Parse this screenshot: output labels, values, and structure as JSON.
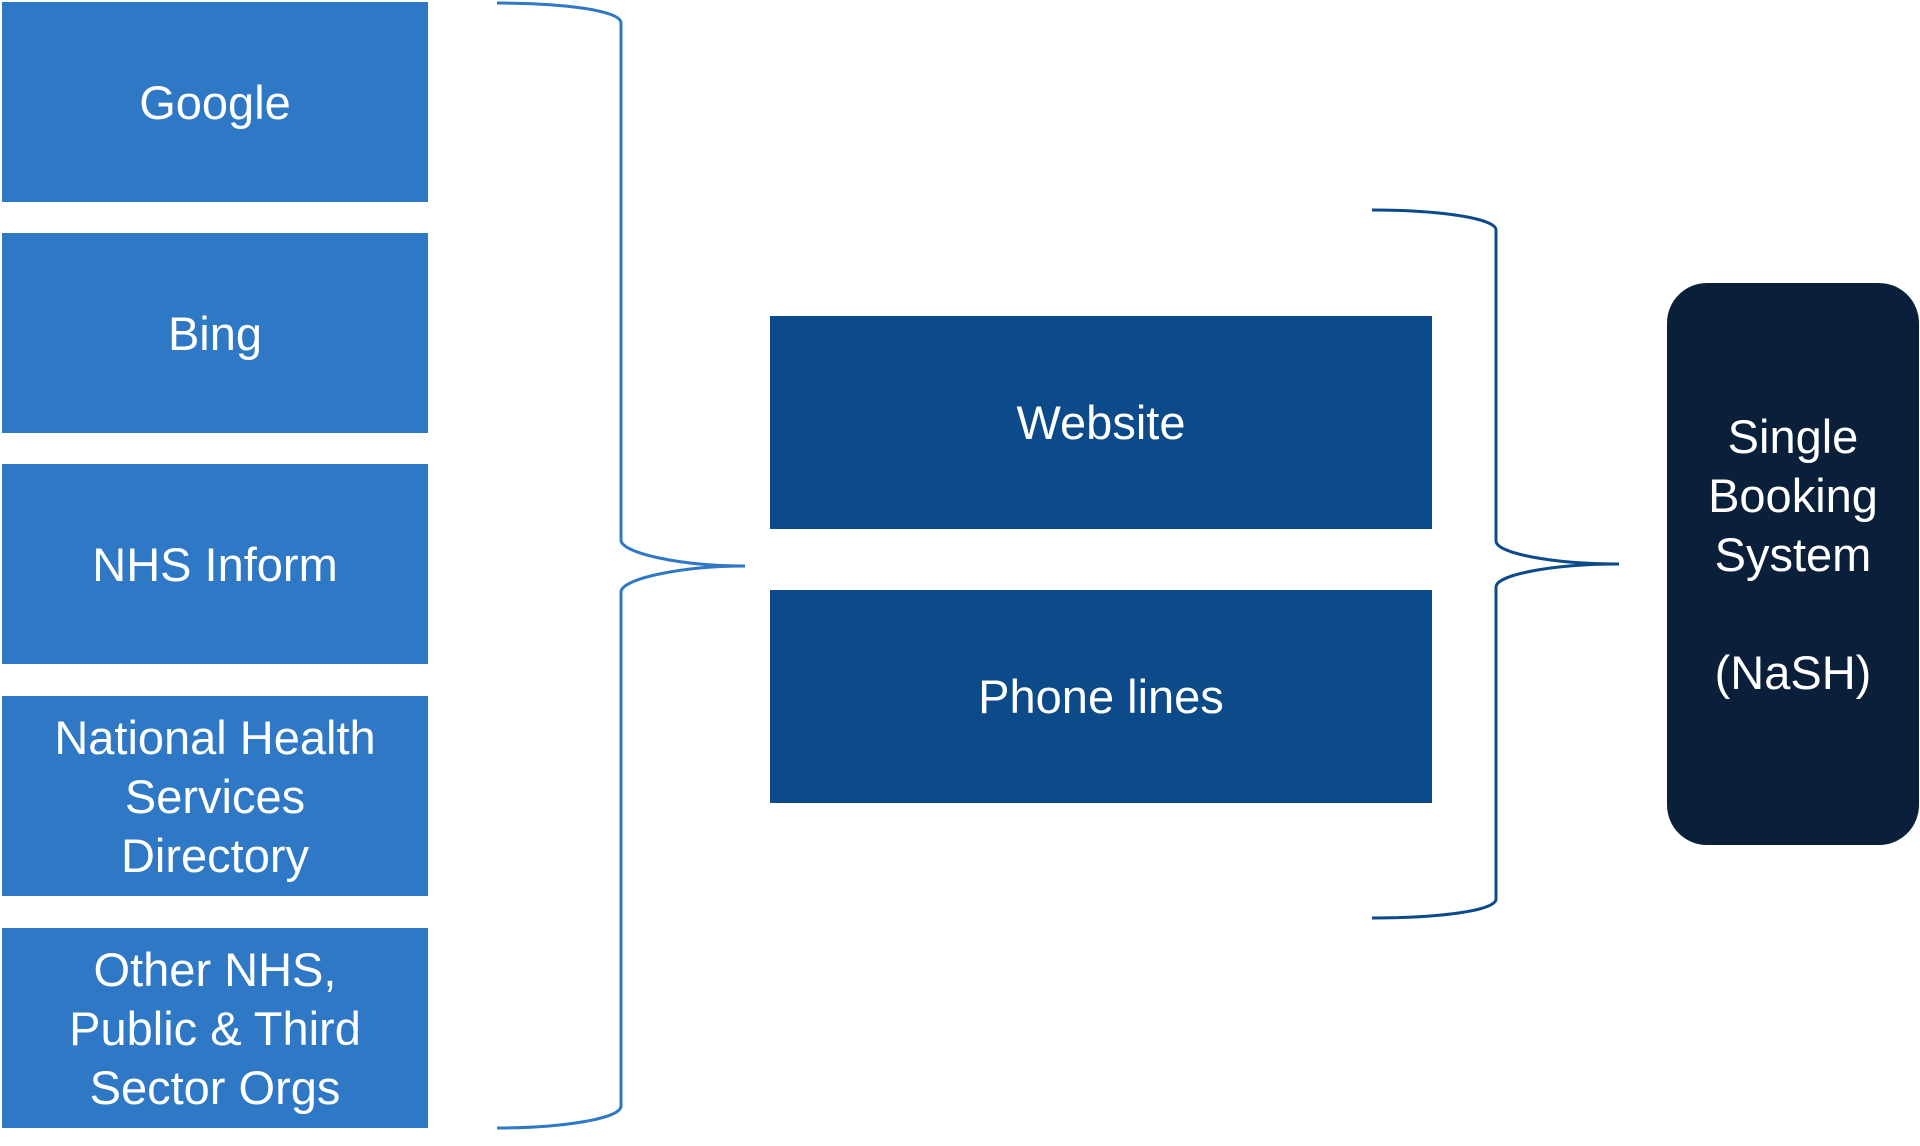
{
  "sources": [
    {
      "label": "Google"
    },
    {
      "label": "Bing"
    },
    {
      "label": "NHS Inform"
    },
    {
      "label": "National Health\nServices\nDirectory"
    },
    {
      "label": "Other NHS,\nPublic & Third\nSector Orgs"
    }
  ],
  "channels": [
    {
      "label": "Website"
    },
    {
      "label": "Phone lines"
    }
  ],
  "system": {
    "label": "Single\nBooking\nSystem\n\n(NaSH)"
  },
  "colors": {
    "source_box": "#2E78C5",
    "channel_box": "#0C4A8A",
    "system_box": "#0A1F3A",
    "brace_left": "#2E78C5",
    "brace_right": "#0C4A8A",
    "text": "#FFFFFF"
  }
}
